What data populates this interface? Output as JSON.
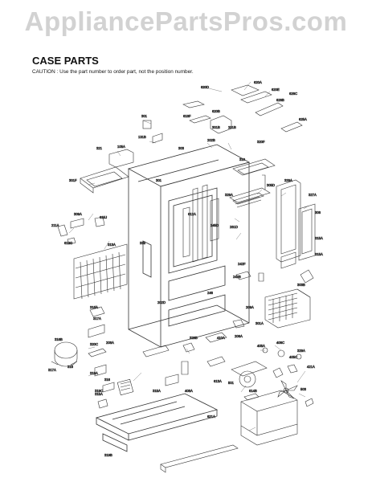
{
  "watermark": "AppliancePartsPros.com",
  "title": "CASE PARTS",
  "caution": "CAUTION : Use the part number to order part, not the position number.",
  "callouts": [
    {
      "id": "c1",
      "text": "620D"
    },
    {
      "id": "c2",
      "text": "620A"
    },
    {
      "id": "c3",
      "text": "620E"
    },
    {
      "id": "c4",
      "text": "626C"
    },
    {
      "id": "c5",
      "text": "626B"
    },
    {
      "id": "c6",
      "text": "625A"
    },
    {
      "id": "c7",
      "text": "620B"
    },
    {
      "id": "c8",
      "text": "618F"
    },
    {
      "id": "c9",
      "text": "301"
    },
    {
      "id": "c10",
      "text": "301B"
    },
    {
      "id": "c11",
      "text": "201B"
    },
    {
      "id": "c12",
      "text": "320F"
    },
    {
      "id": "c13",
      "text": "131B"
    },
    {
      "id": "c14",
      "text": "105A"
    },
    {
      "id": "c15",
      "text": "321"
    },
    {
      "id": "c16",
      "text": "301F"
    },
    {
      "id": "c17",
      "text": "303"
    },
    {
      "id": "c18",
      "text": "301"
    },
    {
      "id": "c19",
      "text": "309A"
    },
    {
      "id": "c20",
      "text": "615J"
    },
    {
      "id": "c21",
      "text": "211A"
    },
    {
      "id": "c22",
      "text": "619G"
    },
    {
      "id": "c23",
      "text": "313A"
    },
    {
      "id": "c24",
      "text": "335"
    },
    {
      "id": "c25",
      "text": "315A"
    },
    {
      "id": "c26",
      "text": "329A"
    },
    {
      "id": "c27",
      "text": "310"
    },
    {
      "id": "c28",
      "text": "202B"
    },
    {
      "id": "c29",
      "text": "612A"
    },
    {
      "id": "c30",
      "text": "145D"
    },
    {
      "id": "c31",
      "text": "327A"
    },
    {
      "id": "c32",
      "text": "305D"
    },
    {
      "id": "c33",
      "text": "329A"
    },
    {
      "id": "c34",
      "text": "281D"
    },
    {
      "id": "c35",
      "text": "306"
    },
    {
      "id": "c36",
      "text": "315A"
    },
    {
      "id": "c37",
      "text": "242F"
    },
    {
      "id": "c38",
      "text": "242B"
    },
    {
      "id": "c39",
      "text": "246"
    },
    {
      "id": "c40",
      "text": "202D"
    },
    {
      "id": "c41",
      "text": "303B"
    },
    {
      "id": "c42",
      "text": "209A"
    },
    {
      "id": "c43",
      "text": "301A"
    },
    {
      "id": "c44",
      "text": "316A"
    },
    {
      "id": "c45",
      "text": "317A"
    },
    {
      "id": "c46",
      "text": "316B"
    },
    {
      "id": "c47",
      "text": "320C"
    },
    {
      "id": "c48",
      "text": "208A"
    },
    {
      "id": "c49",
      "text": "328B"
    },
    {
      "id": "c50",
      "text": "206A"
    },
    {
      "id": "c51",
      "text": "410A"
    },
    {
      "id": "c52",
      "text": "405A"
    },
    {
      "id": "c53",
      "text": "406C"
    },
    {
      "id": "c54",
      "text": "405C"
    },
    {
      "id": "c55",
      "text": "329A"
    },
    {
      "id": "c56",
      "text": "421A"
    },
    {
      "id": "c57",
      "text": "319A"
    },
    {
      "id": "c58",
      "text": "316"
    },
    {
      "id": "c59",
      "text": "319C"
    },
    {
      "id": "c60",
      "text": "315A"
    },
    {
      "id": "c61",
      "text": "317A"
    },
    {
      "id": "c62",
      "text": "316"
    },
    {
      "id": "c63",
      "text": "315A"
    },
    {
      "id": "c64",
      "text": "408A"
    },
    {
      "id": "c65",
      "text": "613A"
    },
    {
      "id": "c66",
      "text": "501"
    },
    {
      "id": "c67",
      "text": "319B"
    },
    {
      "id": "c68",
      "text": "621A"
    },
    {
      "id": "c69",
      "text": "614B"
    },
    {
      "id": "c70",
      "text": "503"
    }
  ]
}
